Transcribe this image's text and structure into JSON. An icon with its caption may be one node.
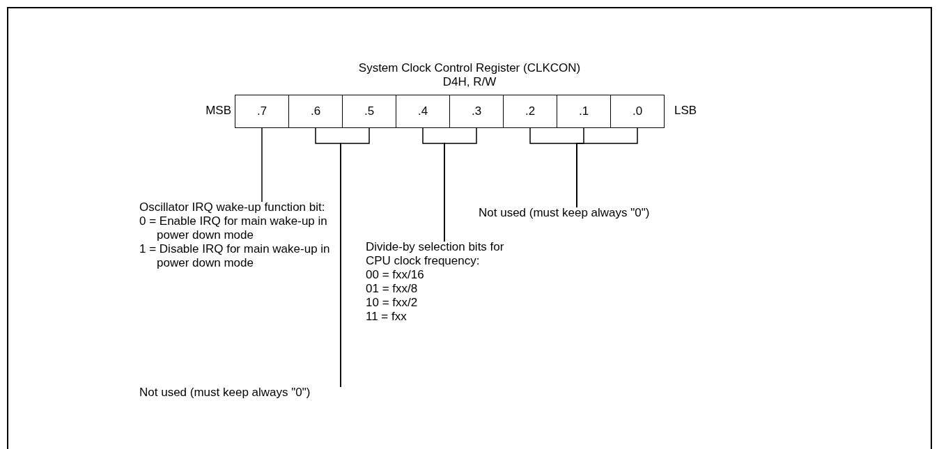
{
  "diagram": {
    "title": "System Clock Control Register (CLKCON)",
    "nodes": [
      {
        "text": [
          ".7"
        ]
      },
      {
        "text": [
          ".6"
        ]
      },
      {
        "text": [
          ".5"
        ]
      },
      {
        "text": [
          ".4"
        ]
      },
      {
        "text": [
          ".3"
        ]
      },
      {
        "text": [
          ".2"
        ]
      },
      {
        "text": [
          ".1"
        ]
      },
      {
        "text": [
          ".0"
        ]
      },
      {
        "text": [
          "Oscillator IRQ wake-up function bit:",
          "0 = Enable IRQ for main wake-up in power down mode",
          "1 = Disable IRQ for main wake-up in power down mode"
        ]
      },
      {
        "text": [
          "Divide-by selection bits for CPU clock frequency:",
          "00 = fxx/16",
          "01 = fxx/8",
          "10 = fxx/2",
          "11 = fxx"
        ]
      },
      {
        "text": [
          "Not used (must keep always \"0\")"
        ]
      },
      {
        "text": [
          "Not used (must keep always \"0\")"
        ]
      }
    ],
    "edges": [
      {
        "from": 8,
        "to": 0,
        "arrow": "none"
      },
      {
        "from": 11,
        "to": 1,
        "arrow": "none"
      },
      {
        "from": 11,
        "to": 2,
        "arrow": "none"
      },
      {
        "from": 9,
        "to": 3,
        "arrow": "none"
      },
      {
        "from": 9,
        "to": 4,
        "arrow": "none"
      },
      {
        "from": 10,
        "to": 5,
        "arrow": "none"
      },
      {
        "from": 10,
        "to": 6,
        "arrow": "none"
      },
      {
        "from": 10,
        "to": 7,
        "arrow": "none"
      }
    ],
    "labels": [
      "D4H, R/W",
      "MSB",
      "LSB"
    ]
  }
}
